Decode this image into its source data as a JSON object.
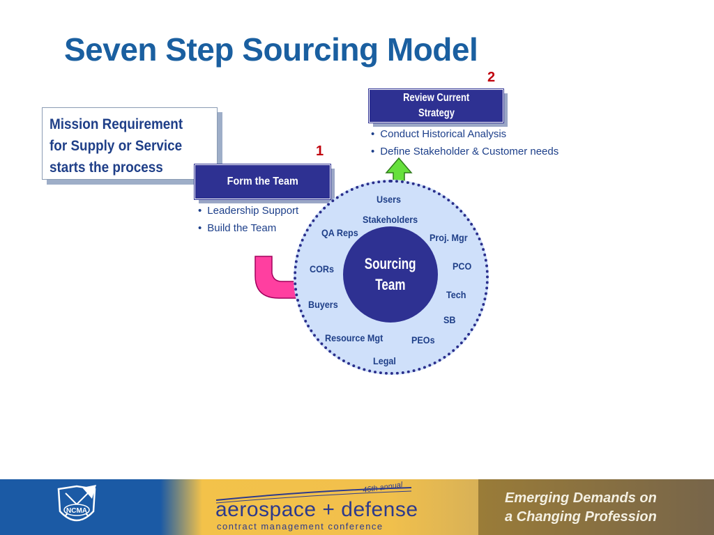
{
  "title": "Seven Step Sourcing Model",
  "mission_box": {
    "lines": [
      "Mission Requirement",
      "for Supply or Service",
      "starts the process"
    ]
  },
  "step1": {
    "number": "1",
    "label": "Form the Team",
    "bullets": [
      "Leadership Support",
      "Build the Team"
    ]
  },
  "step2": {
    "number": "2",
    "label_line1": "Review Current",
    "label_line2": "Strategy",
    "bullets": [
      "Conduct Historical Analysis",
      "Define Stakeholder & Customer needs"
    ]
  },
  "sourcing_team": {
    "center_line1": "Sourcing",
    "center_line2": "Team",
    "members": [
      "Users",
      "Stakeholders",
      "QA Reps",
      "Proj. Mgr",
      "CORs",
      "PCO",
      "Tech",
      "Buyers",
      "SB",
      "Resource Mgt",
      "PEOs",
      "Legal"
    ]
  },
  "footer": {
    "logo_text": "NCMA",
    "annual": "46th annual",
    "conference_title": "aerospace + defense",
    "conference_subtitle": "contract management conference",
    "slogan_line1": "Emerging Demands on",
    "slogan_line2": "a Changing Profession"
  },
  "colors": {
    "title": "#1a5fa0",
    "step_box": "#2e3192",
    "step_number": "#c0000c",
    "circle_fill": "#cfe0fa",
    "arrow_pink": "#ff3fa0",
    "arrow_green": "#66e03c"
  }
}
